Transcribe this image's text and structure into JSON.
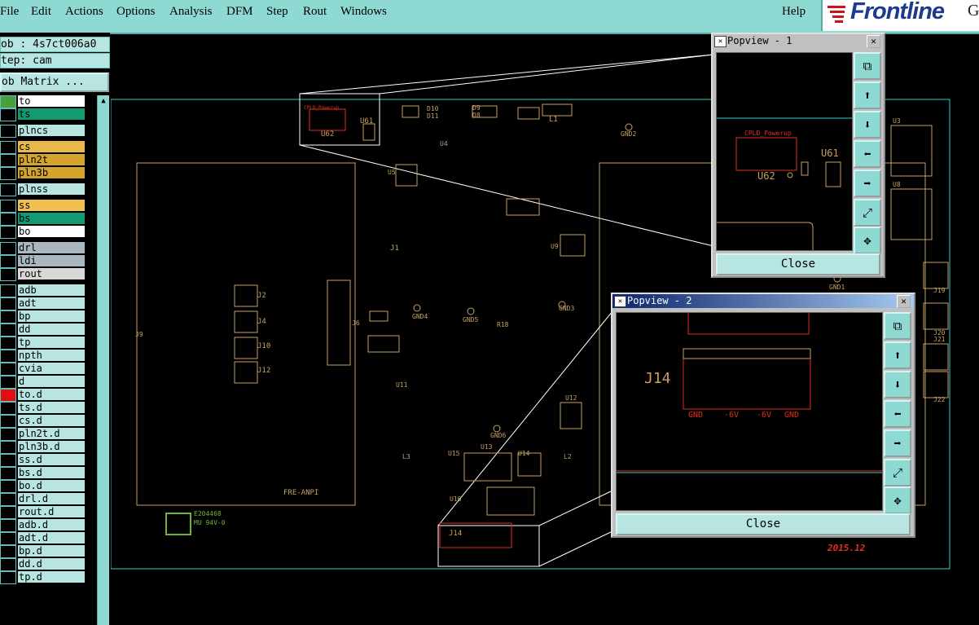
{
  "menu": {
    "items": [
      "File",
      "Edit",
      "Actions",
      "Options",
      "Analysis",
      "DFM",
      "Step",
      "Rout",
      "Windows"
    ],
    "help": "Help",
    "logo": "Frontline",
    "logo_extra": "Ge"
  },
  "job": {
    "job_label": "ob : 4s7ct006a0",
    "step_label": "tep: cam",
    "matrix_button": "ob Matrix ..."
  },
  "layers": [
    {
      "name": "to",
      "color": "#ffffff",
      "box": "#4a9e3c",
      "mark": "✎"
    },
    {
      "name": "ts",
      "color": "#149a73",
      "box": "#000",
      "mark": ""
    },
    {
      "name": "plncs",
      "color": "#b7e6e2",
      "box": "#000",
      "mark": ""
    },
    {
      "name": "cs",
      "color": "#e8b84a",
      "box": "#000",
      "mark": ""
    },
    {
      "name": "pln2t",
      "color": "#d4a52a",
      "box": "#000",
      "mark": ""
    },
    {
      "name": "pln3b",
      "color": "#d4a52a",
      "box": "#000",
      "mark": ""
    },
    {
      "name": "plnss",
      "color": "#b7e6e2",
      "box": "#000",
      "mark": ""
    },
    {
      "name": "ss",
      "color": "#f0c050",
      "box": "#000",
      "mark": ""
    },
    {
      "name": "bs",
      "color": "#149a73",
      "box": "#000",
      "mark": ""
    },
    {
      "name": "bo",
      "color": "#ffffff",
      "box": "#000",
      "mark": ""
    },
    {
      "name": "drl",
      "color": "#a9b8c0",
      "box": "#000",
      "mark": ""
    },
    {
      "name": "ldi",
      "color": "#a9b8c0",
      "box": "#000",
      "mark": ""
    },
    {
      "name": "rout",
      "color": "#d8d8d8",
      "box": "#000",
      "mark": ""
    },
    {
      "name": "adb",
      "color": "#b7e6e2",
      "box": "#000",
      "mark": ""
    },
    {
      "name": "adt",
      "color": "#b7e6e2",
      "box": "#000",
      "mark": "✎"
    },
    {
      "name": "bp",
      "color": "#b7e6e2",
      "box": "#000",
      "mark": ""
    },
    {
      "name": "dd",
      "color": "#b7e6e2",
      "box": "#000",
      "mark": ""
    },
    {
      "name": "tp",
      "color": "#b7e6e2",
      "box": "#000",
      "mark": ""
    },
    {
      "name": "npth",
      "color": "#b7e6e2",
      "box": "#000",
      "mark": ""
    },
    {
      "name": "cvia",
      "color": "#b7e6e2",
      "box": "#000",
      "mark": ""
    },
    {
      "name": "d",
      "color": "#b7e6e2",
      "box": "#000",
      "mark": ""
    },
    {
      "name": "to.d",
      "color": "#b7e6e2",
      "box": "#e01010",
      "mark": "✎⊞"
    },
    {
      "name": "ts.d",
      "color": "#b7e6e2",
      "box": "#000",
      "mark": ""
    },
    {
      "name": "cs.d",
      "color": "#b7e6e2",
      "box": "#000",
      "mark": ""
    },
    {
      "name": "pln2t.d",
      "color": "#b7e6e2",
      "box": "#000",
      "mark": ""
    },
    {
      "name": "pln3b.d",
      "color": "#b7e6e2",
      "box": "#000",
      "mark": ""
    },
    {
      "name": "ss.d",
      "color": "#b7e6e2",
      "box": "#000",
      "mark": ""
    },
    {
      "name": "bs.d",
      "color": "#b7e6e2",
      "box": "#000",
      "mark": ""
    },
    {
      "name": "bo.d",
      "color": "#b7e6e2",
      "box": "#000",
      "mark": ""
    },
    {
      "name": "drl.d",
      "color": "#b7e6e2",
      "box": "#000",
      "mark": ""
    },
    {
      "name": "rout.d",
      "color": "#b7e6e2",
      "box": "#000",
      "mark": ""
    },
    {
      "name": "adb.d",
      "color": "#b7e6e2",
      "box": "#000",
      "mark": ""
    },
    {
      "name": "adt.d",
      "color": "#b7e6e2",
      "box": "#000",
      "mark": "✎"
    },
    {
      "name": "bp.d",
      "color": "#b7e6e2",
      "box": "#000",
      "mark": ""
    },
    {
      "name": "dd.d",
      "color": "#b7e6e2",
      "box": "#000",
      "mark": ""
    },
    {
      "name": "tp.d",
      "color": "#b7e6e2",
      "box": "#000",
      "mark": ""
    }
  ],
  "board_labels": {
    "u62": "U62",
    "u61": "U61",
    "d10": "D10",
    "d11": "D11",
    "d9": "D9",
    "d8": "D8",
    "l1": "L1",
    "gnd2": "GND2",
    "u4": "U4",
    "u5": "U5",
    "j1": "J1",
    "u9": "U9",
    "u3": "U3",
    "u8": "U8",
    "j2": "J2",
    "j4": "J4",
    "j10": "J10",
    "j12": "J12",
    "j9": "J9",
    "j6": "J6",
    "gnd4": "GND4",
    "gnd5": "GND5",
    "gnd3": "GND3",
    "gnd1": "GND1",
    "r18": "R18",
    "u11": "U11",
    "u12": "U12",
    "gnd6": "GND6",
    "u13": "U13",
    "u14": "U14",
    "u15": "U15",
    "l3": "L3",
    "l2": "L2",
    "u16": "U16",
    "j14": "J14",
    "j19": "J19",
    "j20": "J20",
    "j21": "J21",
    "j22": "J22",
    "fre": "FRE-ANPI",
    "cpld": "CPLD_Powerup",
    "date": "2015.12",
    "stamp1": "E204468",
    "stamp2": "MU 94V-0"
  },
  "popview1": {
    "title": "Popview - 1",
    "close": "Close",
    "tools": [
      "zoom-home-icon",
      "pan-up-icon",
      "pan-down-icon",
      "pan-left-icon",
      "pan-right-icon",
      "zoom-out-icon",
      "zoom-in-icon"
    ],
    "tool_glyphs": [
      "⧉",
      "⬆",
      "⬇",
      "⬅",
      "➡",
      "⤢",
      "✥"
    ],
    "cpld": "CPLD_Powerup",
    "u62": "U62",
    "u61": "U61"
  },
  "popview2": {
    "title": "Popview - 2",
    "close": "Close",
    "tool_glyphs": [
      "⧉",
      "⬆",
      "⬇",
      "⬅",
      "➡",
      "⤢",
      "✥"
    ],
    "j14": "J14",
    "pins": [
      "GND",
      "-6V",
      "-6V",
      "GND"
    ]
  }
}
